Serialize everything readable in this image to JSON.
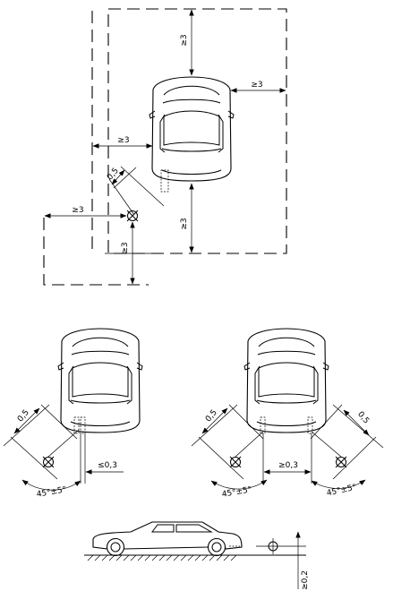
{
  "top_view": {
    "front_clearance": "≥3",
    "side_clearance_right": "≥3",
    "side_clearance_left": "≥3",
    "rear_clearance": "≥3",
    "target_clearance_left": "≥3",
    "target_clearance_rear": "≥3",
    "target_offset": "0,5"
  },
  "left_view": {
    "target_offset": "0,5",
    "angle": "45°±5°",
    "lateral_offset": "≤0,3"
  },
  "right_view": {
    "target_offset_left": "0,5",
    "target_offset_right": "0,5",
    "angle_left": "45°±5°",
    "angle_right": "45°±5°",
    "lateral_spacing": "≥0,3"
  },
  "side_view": {
    "height": "≥0,2"
  }
}
